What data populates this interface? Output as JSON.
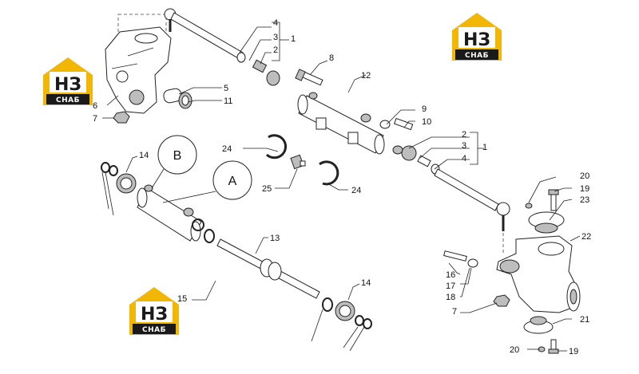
{
  "logo": {
    "mark": "НЗ",
    "caption": "СНАБ",
    "color_yellow": "#f2b705",
    "color_dark": "#1a1a1a"
  },
  "callouts": {
    "c1a": "1",
    "c2a": "2",
    "c3a": "3",
    "c4a": "4",
    "c5": "5",
    "c6": "6",
    "c7a": "7",
    "c8": "8",
    "c9": "9",
    "c10": "10",
    "c11": "11",
    "c12": "12",
    "c13": "13",
    "c14a": "14",
    "c14b": "14",
    "c15": "15",
    "c16": "16",
    "c17": "17",
    "c18": "18",
    "c7b": "7",
    "c1b": "1",
    "c2b": "2",
    "c3b": "3",
    "c4b": "4",
    "c19a": "19",
    "c19b": "19",
    "c20a": "20",
    "c20b": "20",
    "c21": "21",
    "c22": "22",
    "c23": "23",
    "c24a": "24",
    "c24b": "24",
    "c25": "25"
  },
  "detail_labels": {
    "a": "A",
    "b": "B"
  }
}
